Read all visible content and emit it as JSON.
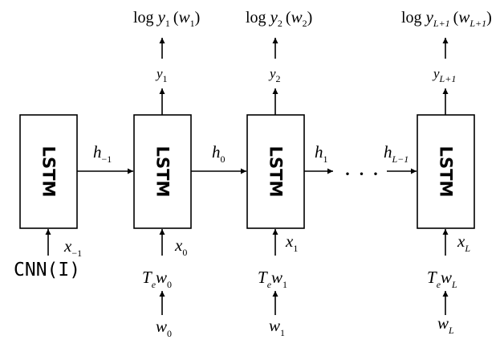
{
  "cells": [
    {
      "label": "LSTM"
    },
    {
      "label": "LSTM"
    },
    {
      "label": "LSTM"
    },
    {
      "label": "LSTM"
    }
  ],
  "outputs": [
    {
      "log": "log",
      "y_base": "y",
      "y_sub": "1",
      "w_base": "w",
      "w_sub": "1",
      "lparen": "(",
      "rparen": ")"
    },
    {
      "log": "log",
      "y_base": "y",
      "y_sub": "2",
      "w_base": "w",
      "w_sub": "2",
      "lparen": "(",
      "rparen": ")"
    },
    {
      "log": "log",
      "y_base": "y",
      "y_sub": "L+1",
      "w_base": "w",
      "w_sub": "L+1",
      "lparen": "(",
      "rparen": ")"
    }
  ],
  "hidden_states": [
    {
      "base": "h",
      "sub": "−1"
    },
    {
      "base": "h",
      "sub": "0"
    },
    {
      "base": "h",
      "sub": "1"
    },
    {
      "base": "h",
      "sub": "L−1"
    }
  ],
  "ellipsis": "· · ·",
  "inputs": [
    {
      "x_base": "x",
      "x_sub": "−1",
      "source": "CNN(I)"
    },
    {
      "x_base": "x",
      "x_sub": "0",
      "T": "T",
      "T_sub": "e",
      "w_base": "w",
      "w_sub": "0",
      "word_base": "w",
      "word_sub": "0"
    },
    {
      "x_base": "x",
      "x_sub": "1",
      "T": "T",
      "T_sub": "e",
      "w_base": "w",
      "w_sub": "1",
      "word_base": "w",
      "word_sub": "1"
    },
    {
      "x_base": "x",
      "x_sub": "L",
      "T": "T",
      "T_sub": "e",
      "w_base": "w",
      "w_sub": "L",
      "word_base": "w",
      "word_sub": "L"
    }
  ]
}
